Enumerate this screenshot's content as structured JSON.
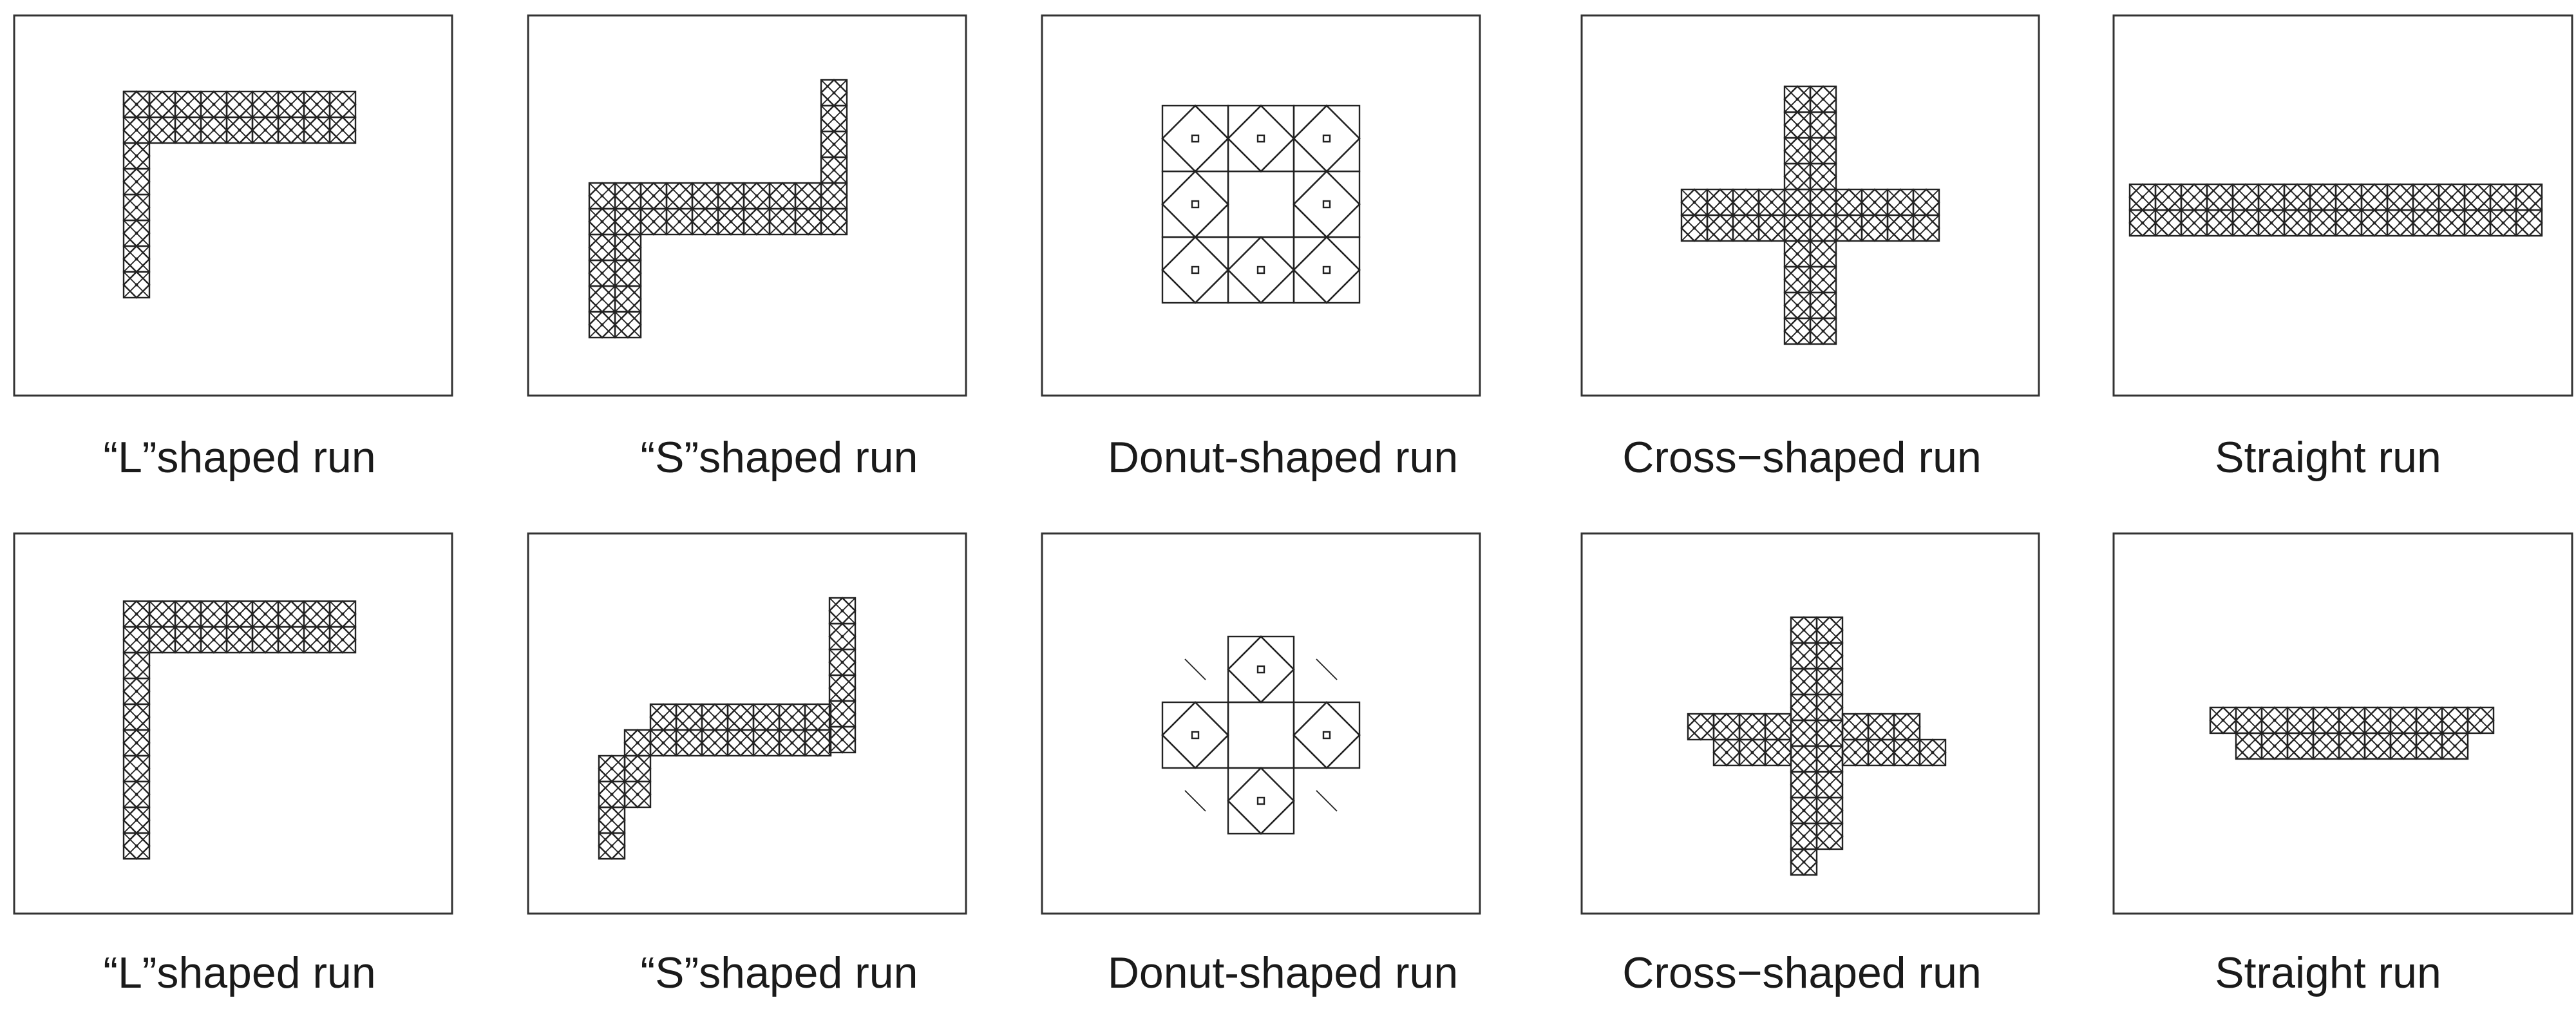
{
  "panels": [
    {
      "row": 1,
      "col": 1,
      "shape": "L",
      "variant": "grid",
      "caption": "“L”shaped run"
    },
    {
      "row": 1,
      "col": 2,
      "shape": "S",
      "variant": "grid",
      "caption": "“S”shaped run"
    },
    {
      "row": 1,
      "col": 3,
      "shape": "donut",
      "variant": "grid",
      "caption": "Donut-shaped run"
    },
    {
      "row": 1,
      "col": 4,
      "shape": "cross",
      "variant": "grid",
      "caption": "Cross−shaped run"
    },
    {
      "row": 1,
      "col": 5,
      "shape": "straight",
      "variant": "grid",
      "caption": "Straight run"
    },
    {
      "row": 2,
      "col": 1,
      "shape": "L",
      "variant": "trimmed",
      "caption": "“L”shaped run"
    },
    {
      "row": 2,
      "col": 2,
      "shape": "S",
      "variant": "trimmed",
      "caption": "“S”shaped run"
    },
    {
      "row": 2,
      "col": 3,
      "shape": "donut",
      "variant": "trimmed",
      "caption": "Donut-shaped run"
    },
    {
      "row": 2,
      "col": 4,
      "shape": "cross",
      "variant": "trimmed",
      "caption": "Cross−shaped run"
    },
    {
      "row": 2,
      "col": 5,
      "shape": "straight",
      "variant": "trimmed",
      "caption": "Straight run"
    }
  ]
}
